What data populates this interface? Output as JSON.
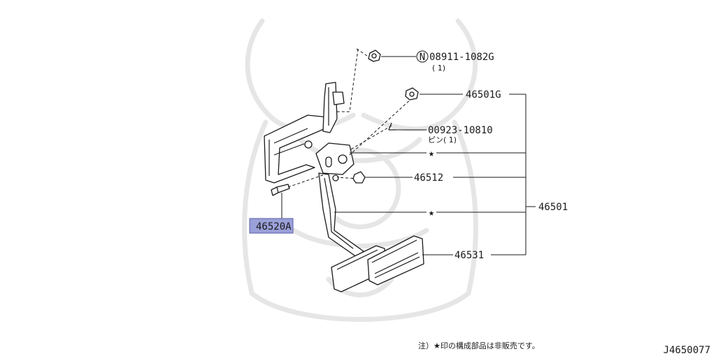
{
  "parts": {
    "nut_code": "N",
    "nut_number": "08911-1082G",
    "nut_qty": "( 1)",
    "bushing": "46501G",
    "pin_number": "00923-10810",
    "pin_qty": "ピン( 1)",
    "star_1": "★",
    "stopper": "46512",
    "star_2": "★",
    "assembly": "46501",
    "bolt": "46520A",
    "pad": "46531"
  },
  "footer": {
    "note": "注）★印の構成部品は非販売です。",
    "diagram_id": "J4650077"
  },
  "colors": {
    "highlight": "#9aa0d8",
    "line": "#1a1a1a",
    "watermark": "#e6e6e6"
  }
}
